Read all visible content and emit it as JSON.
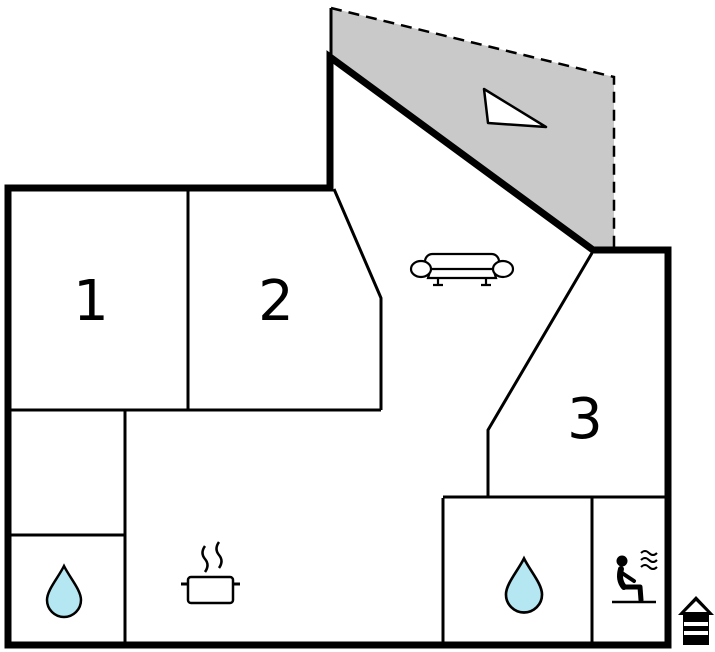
{
  "floorplan": {
    "colors": {
      "background": "#ffffff",
      "wall": "#000000",
      "terrace_fill": "#c9c9c9",
      "water_drop_fill": "#b4e7f2"
    },
    "rooms": [
      {
        "label": "1"
      },
      {
        "label": "2"
      },
      {
        "label": "3"
      }
    ],
    "icons": [
      {
        "name": "direction-triangle-icon",
        "area": "terrace"
      },
      {
        "name": "sofa-icon",
        "area": "living-room"
      },
      {
        "name": "steam-pot-icon",
        "area": "kitchen"
      },
      {
        "name": "water-drop-icon",
        "area": "bathroom-left"
      },
      {
        "name": "water-drop-icon",
        "area": "bathroom-right"
      },
      {
        "name": "sauna-icon",
        "area": "sauna"
      },
      {
        "name": "outhouse-icon",
        "area": "outside-bottom-right"
      }
    ]
  }
}
